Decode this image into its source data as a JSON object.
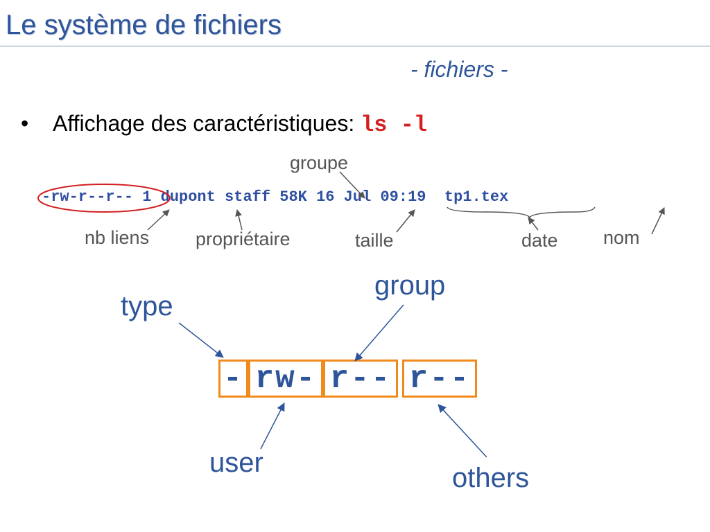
{
  "slide": {
    "title": "Le système de fichiers",
    "subtitle": "- fichiers -",
    "bullet": {
      "text": "Affichage des caractéristiques: ",
      "command": "ls -l"
    },
    "ls_output": "-rw-r--r-- 1 dupont staff 58K 16 Jul 09:19  tp1.tex",
    "labels": {
      "groupe": "groupe",
      "nb_liens": "nb liens",
      "proprietaire": "propriétaire",
      "taille": "taille",
      "date": "date",
      "nom": "nom"
    },
    "permissions": {
      "type_label": "type",
      "group_label": "group",
      "user_label": "user",
      "others_label": "others",
      "type_bits": "-",
      "user_bits": "rw-",
      "group_bits": "r--",
      "others_bits": "r--"
    },
    "colors": {
      "title": "#2e5599",
      "command": "#d42020",
      "ls_text": "#2e4fa0",
      "label_gray": "#555555",
      "box_orange": "#f08a1c",
      "ellipse_red": "#d42020"
    }
  }
}
